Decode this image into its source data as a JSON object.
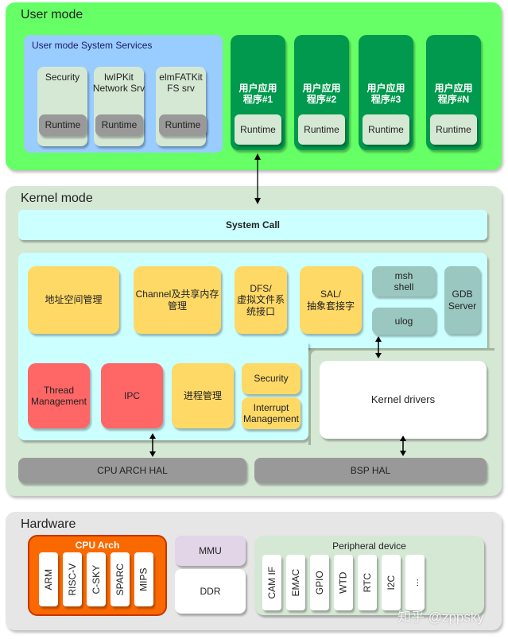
{
  "user_mode": {
    "title": "User mode",
    "system_services": {
      "title": "User mode System Services",
      "services": [
        {
          "name": "Security",
          "runtime": "Runtime"
        },
        {
          "name": "lwIPKit\nNetwork Srv",
          "runtime": "Runtime"
        },
        {
          "name": "elmFATKit\nFS srv",
          "runtime": "Runtime"
        }
      ]
    },
    "apps": [
      {
        "name": "用户应用\n程序#1",
        "runtime": "Runtime"
      },
      {
        "name": "用户应用\n程序#2",
        "runtime": "Runtime"
      },
      {
        "name": "用户应用\n程序#3",
        "runtime": "Runtime"
      },
      {
        "name": "用户应用\n程序#N",
        "runtime": "Runtime"
      }
    ]
  },
  "kernel_mode": {
    "title": "Kernel mode",
    "system_call": "System Call",
    "modules": {
      "address_space": "地址空间管理",
      "channel": "Channel及共享内存\n管理",
      "dfs": "DFS/\n虚拟文件系\n统接口",
      "sal": "SAL/\n抽象套接字",
      "msh": "msh\nshell",
      "ulog": "ulog",
      "gdb": "GDB\nServer",
      "thread": "Thread\nManagement",
      "ipc": "IPC",
      "process": "进程管理",
      "security": "Security",
      "interrupt": "Interrupt\nManagement",
      "kernel_drivers": "Kernel drivers"
    },
    "cpu_arch_hal": "CPU ARCH HAL",
    "bsp_hal": "BSP HAL"
  },
  "hardware": {
    "title": "Hardware",
    "cpu_arch": {
      "title": "CPU Arch",
      "items": [
        "ARM",
        "RISC-V",
        "C-SKY",
        "SPARC",
        "MIPS"
      ]
    },
    "mmu": "MMU",
    "ddr": "DDR",
    "peripheral": {
      "title": "Peripheral device",
      "items": [
        "CAM IF",
        "EMAC",
        "GPIO",
        "WTD",
        "RTC",
        "I2C",
        "..."
      ]
    }
  },
  "watermark": "知乎 @zppsky",
  "colors": {
    "user_mode": "#66ff66",
    "user_services": "#99ccff",
    "app": "#00994d",
    "kernel_mode": "#d5e8d4",
    "cyan": "#ccffff",
    "yellow": "#ffd966",
    "red": "#ff6666",
    "teal": "#9ac7bf",
    "hal": "#999999",
    "hardware": "#e6e6e6",
    "cpu_arch": "#fa6800",
    "mmu": "#e1d5e7"
  }
}
